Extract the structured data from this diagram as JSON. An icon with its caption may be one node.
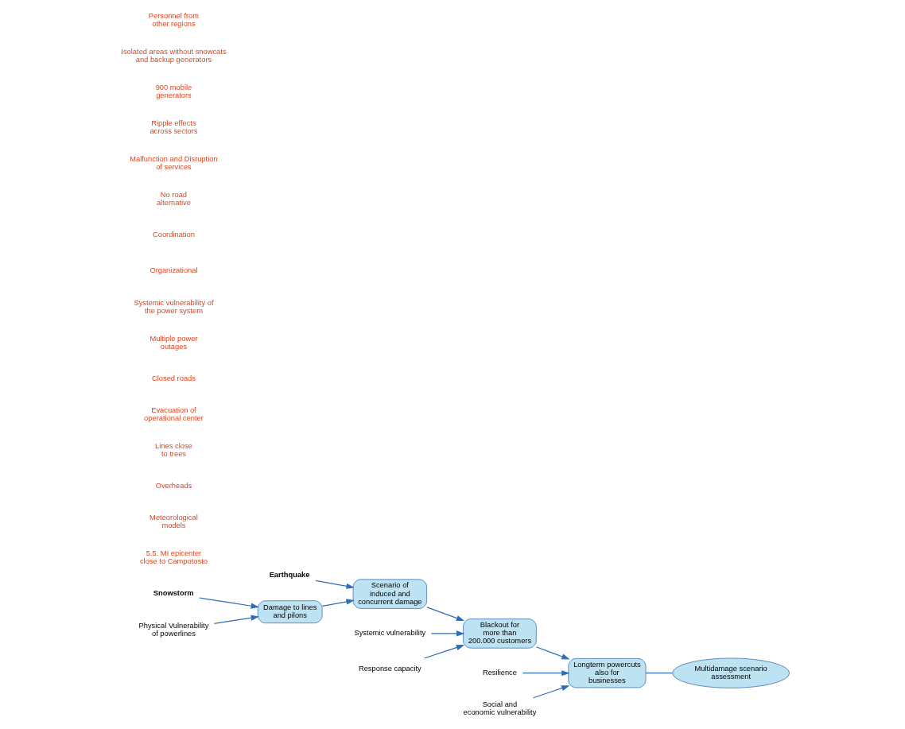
{
  "diagram": {
    "nodes": [
      {
        "text": [
          "Earthquake"
        ]
      },
      {
        "text": [
          "Scenario of induced and concurrent damage"
        ]
      },
      {
        "text": [
          "Snowstorm"
        ]
      },
      {
        "text": [
          "Damage to lines and pilons"
        ]
      },
      {
        "text": [
          "Physical Vulnerability of powerlines"
        ]
      },
      {
        "text": [
          "Blackout for more than 200.000 customers"
        ]
      },
      {
        "text": [
          "Systemic vulnerability"
        ]
      },
      {
        "text": [
          "Response capacity"
        ]
      },
      {
        "text": [
          "Longterm powercuts also for businesses"
        ]
      },
      {
        "text": [
          "Multidamage scenario assessment"
        ]
      },
      {
        "text": [
          "Resilience"
        ]
      },
      {
        "text": [
          "Social and economic vulnerability"
        ]
      }
    ],
    "edges": [
      {
        "from": 0,
        "to": 1,
        "arrow": "to"
      },
      {
        "from": 3,
        "to": 1,
        "arrow": "to"
      },
      {
        "from": 2,
        "to": 3,
        "arrow": "to"
      },
      {
        "from": 4,
        "to": 3,
        "arrow": "to"
      },
      {
        "from": 1,
        "to": 5,
        "arrow": "to"
      },
      {
        "from": 6,
        "to": 5,
        "arrow": "to"
      },
      {
        "from": 7,
        "to": 5,
        "arrow": "to"
      },
      {
        "from": 5,
        "to": 8,
        "arrow": "to"
      },
      {
        "from": 10,
        "to": 8,
        "arrow": "to"
      },
      {
        "from": 11,
        "to": 8,
        "arrow": "to"
      },
      {
        "from": 8,
        "to": 9,
        "arrow": "none"
      }
    ],
    "labels": [
      "5.5. MI epicenter close to Campotosto",
      "Meteorological models",
      "Overheads",
      "Lines close to trees",
      "Evacuation of operational center",
      "Closed roads",
      "Multiple power outages",
      "Systemic vulnerability of the power system",
      "Organizational",
      "Coordination",
      "No road alternative",
      "Malfunction and Disruption of services",
      "Ripple effects across sectors",
      "900 mobile generators",
      "Isolated areas without snowcats and backup generators",
      "Personnel from other regions"
    ]
  }
}
